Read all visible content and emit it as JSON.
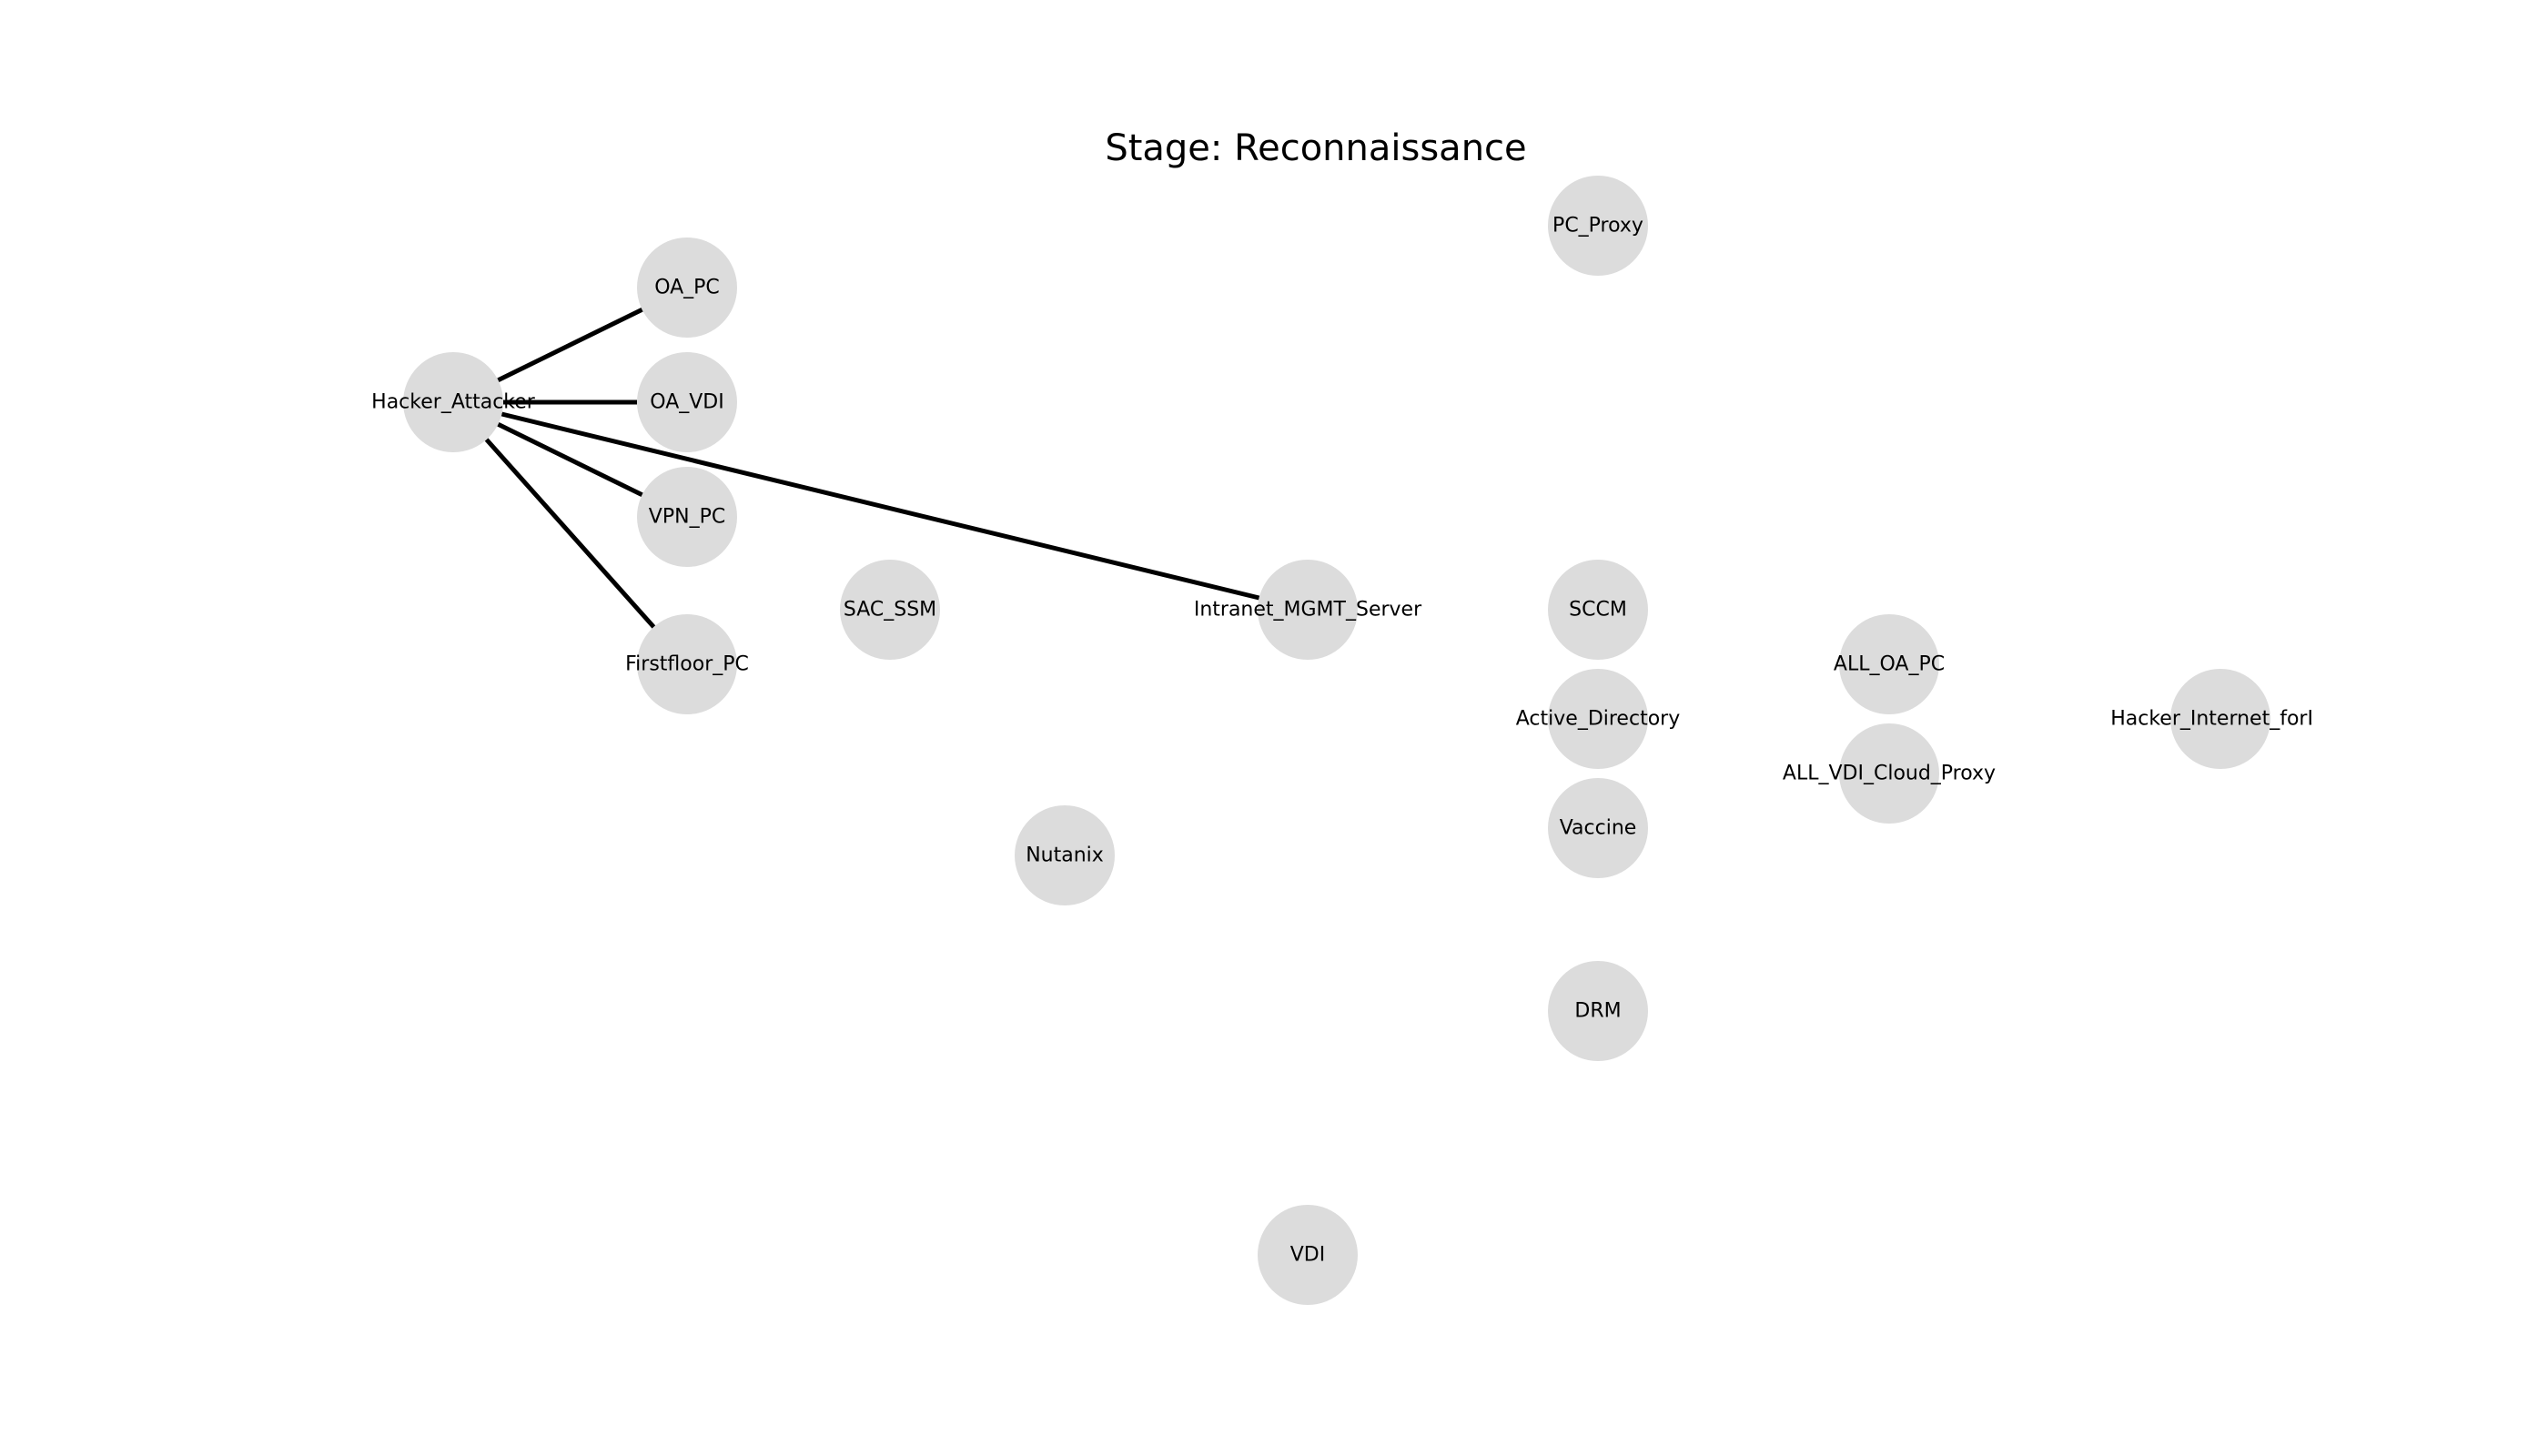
{
  "title": "Stage: Reconnaissance",
  "colors": {
    "node_fill": "#dcdcdc",
    "edge": "#000000",
    "background": "#ffffff",
    "text": "#000000"
  },
  "nodes": [
    {
      "id": "hacker-attacker",
      "label": "Hacker_Attacker"
    },
    {
      "id": "oa-pc",
      "label": "OA_PC"
    },
    {
      "id": "oa-vdi",
      "label": "OA_VDI"
    },
    {
      "id": "vpn-pc",
      "label": "VPN_PC"
    },
    {
      "id": "firstfloor-pc",
      "label": "Firstfloor_PC"
    },
    {
      "id": "sac-ssm",
      "label": "SAC_SSM"
    },
    {
      "id": "intranet-mgmt-server",
      "label": "Intranet_MGMT_Server"
    },
    {
      "id": "pc-proxy",
      "label": "PC_Proxy"
    },
    {
      "id": "sccm",
      "label": "SCCM"
    },
    {
      "id": "active-directory",
      "label": "Active_Directory"
    },
    {
      "id": "vaccine",
      "label": "Vaccine"
    },
    {
      "id": "drm",
      "label": "DRM"
    },
    {
      "id": "all-oa-pc",
      "label": "ALL_OA_PC"
    },
    {
      "id": "all-vdi-cloud-proxy",
      "label": "ALL_VDI_Cloud_Proxy"
    },
    {
      "id": "hacker-internet-forlo",
      "label": "Hacker_Internet_forLo"
    },
    {
      "id": "nutanix",
      "label": "Nutanix"
    },
    {
      "id": "vdi",
      "label": "VDI"
    }
  ],
  "edges": [
    {
      "source": "hacker-attacker",
      "target": "oa-pc"
    },
    {
      "source": "hacker-attacker",
      "target": "oa-vdi"
    },
    {
      "source": "hacker-attacker",
      "target": "vpn-pc"
    },
    {
      "source": "hacker-attacker",
      "target": "firstfloor-pc"
    },
    {
      "source": "hacker-attacker",
      "target": "intranet-mgmt-server"
    }
  ]
}
